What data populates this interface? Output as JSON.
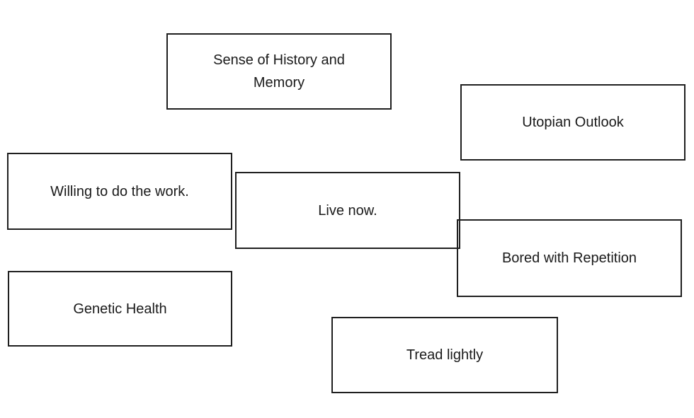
{
  "colors": {
    "background": "#ffffff",
    "box_border": "#1f1f1f",
    "text": "#1a1a1a"
  },
  "boxes": [
    {
      "id": "sense-of-history-and-memory",
      "label": "Sense of History and\nMemory"
    },
    {
      "id": "utopian-outlook",
      "label": "Utopian Outlook"
    },
    {
      "id": "willing-to-do-the-work",
      "label": "Willing to do the work."
    },
    {
      "id": "live-now",
      "label": "Live now."
    },
    {
      "id": "bored-with-repetition",
      "label": "Bored with Repetition"
    },
    {
      "id": "genetic-health",
      "label": "Genetic Health"
    },
    {
      "id": "tread-lightly",
      "label": "Tread lightly"
    }
  ]
}
